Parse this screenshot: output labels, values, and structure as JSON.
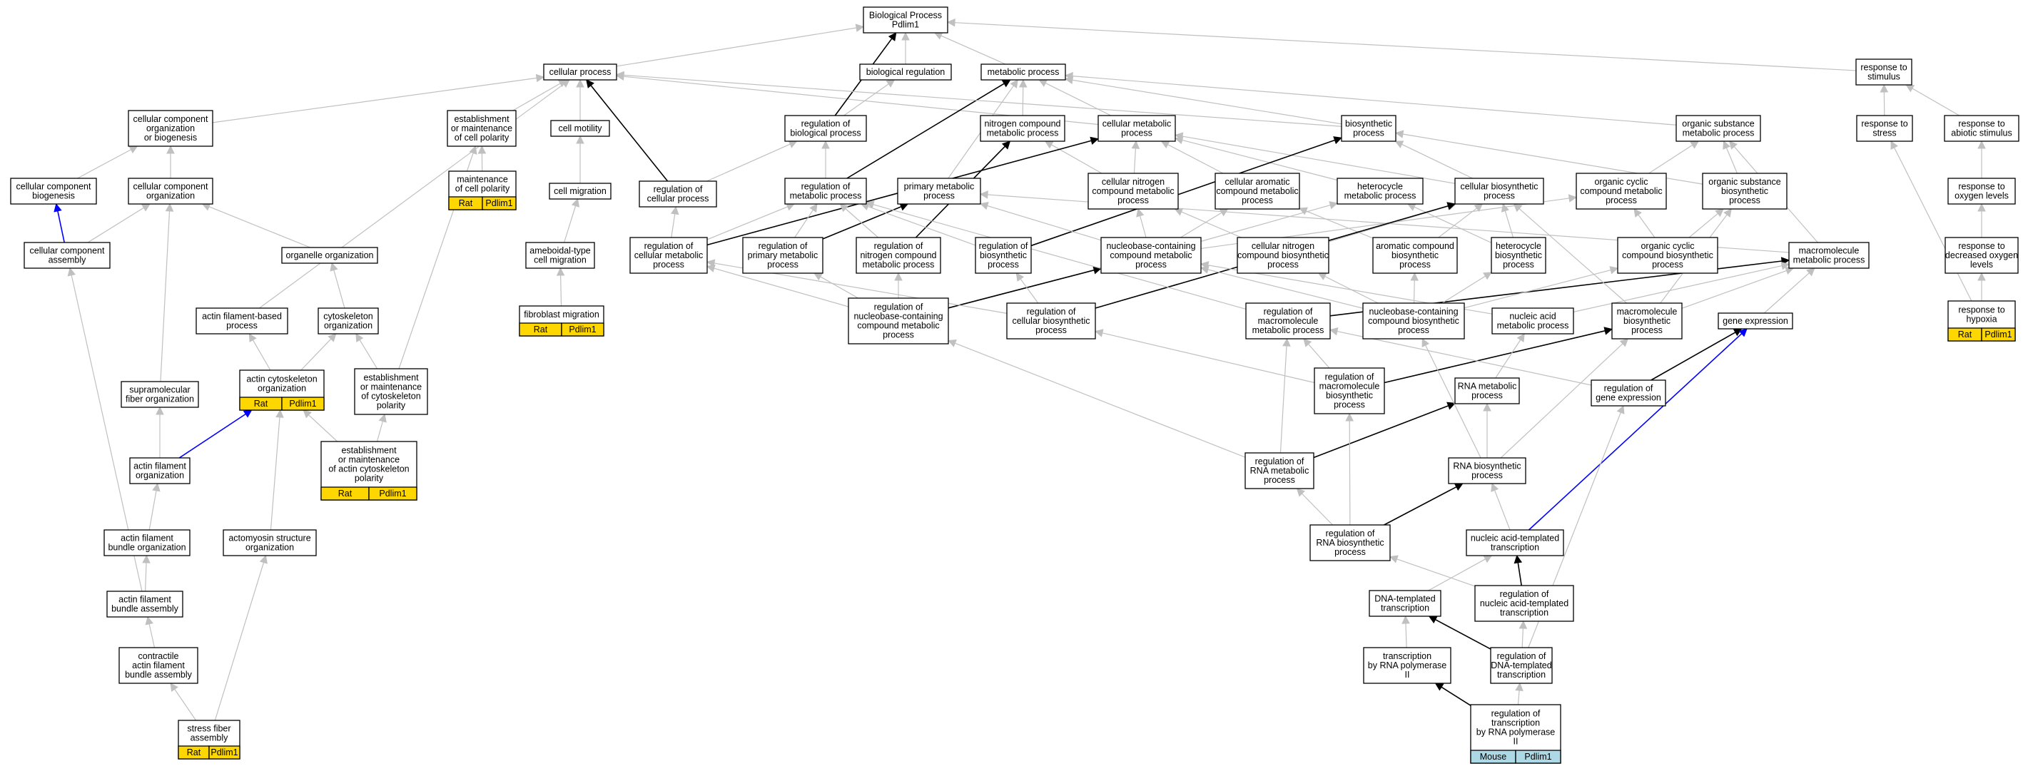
{
  "colors": {
    "edge_grey": "#c0c0c0",
    "edge_black": "#000000",
    "edge_blue": "#0000ff",
    "rat_fill": "#ffd700",
    "mouse_fill": "#add8e6",
    "node_fill": "#ffffff",
    "node_stroke": "#000000"
  },
  "nodes": [
    {
      "id": "root",
      "label": [
        "Biological Process",
        "Pdlim1"
      ]
    },
    {
      "id": "cp",
      "label": [
        "cellular process"
      ]
    },
    {
      "id": "bioreg",
      "label": [
        "biological regulation"
      ]
    },
    {
      "id": "mp",
      "label": [
        "metabolic process"
      ]
    },
    {
      "id": "rts",
      "label": [
        "response to",
        "stimulus"
      ]
    },
    {
      "id": "ccob",
      "label": [
        "cellular component",
        "organization",
        "or biogenesis"
      ]
    },
    {
      "id": "emcp",
      "label": [
        "establishment",
        "or maintenance",
        "of cell polarity"
      ]
    },
    {
      "id": "cmot",
      "label": [
        "cell motility"
      ]
    },
    {
      "id": "rbp",
      "label": [
        "regulation of",
        "biological process"
      ]
    },
    {
      "id": "ncmp",
      "label": [
        "nitrogen compound",
        "metabolic process"
      ]
    },
    {
      "id": "cmp",
      "label": [
        "cellular metabolic",
        "process"
      ]
    },
    {
      "id": "bsp",
      "label": [
        "biosynthetic",
        "process"
      ]
    },
    {
      "id": "osmp",
      "label": [
        "organic substance",
        "metabolic process"
      ]
    },
    {
      "id": "rstress",
      "label": [
        "response to",
        "stress"
      ]
    },
    {
      "id": "rabio",
      "label": [
        "response to",
        "abiotic stimulus"
      ]
    },
    {
      "id": "mcp",
      "label": [
        "maintenance",
        "of cell polarity"
      ],
      "tag": [
        "Rat",
        "Pdlim1"
      ]
    },
    {
      "id": "ccbiog",
      "label": [
        "cellular component",
        "biogenesis"
      ]
    },
    {
      "id": "cco",
      "label": [
        "cellular component",
        "organization"
      ]
    },
    {
      "id": "cmig",
      "label": [
        "cell migration"
      ]
    },
    {
      "id": "rcp",
      "label": [
        "regulation of",
        "cellular process"
      ]
    },
    {
      "id": "rmp",
      "label": [
        "regulation of",
        "metabolic process"
      ]
    },
    {
      "id": "pmp",
      "label": [
        "primary metabolic",
        "process"
      ]
    },
    {
      "id": "cncmp",
      "label": [
        "cellular nitrogen",
        "compound metabolic",
        "process"
      ]
    },
    {
      "id": "camp",
      "label": [
        "cellular aromatic",
        "compound metabolic",
        "process"
      ]
    },
    {
      "id": "hmp",
      "label": [
        "heterocycle",
        "metabolic process"
      ]
    },
    {
      "id": "cbp",
      "label": [
        "cellular biosynthetic",
        "process"
      ]
    },
    {
      "id": "occmp",
      "label": [
        "organic cyclic",
        "compound metabolic",
        "process"
      ]
    },
    {
      "id": "osbp",
      "label": [
        "organic substance",
        "biosynthetic",
        "process"
      ]
    },
    {
      "id": "rol",
      "label": [
        "response to",
        "oxygen levels"
      ]
    },
    {
      "id": "cca",
      "label": [
        "cellular component",
        "assembly"
      ]
    },
    {
      "id": "oo",
      "label": [
        "organelle organization"
      ]
    },
    {
      "id": "amcm",
      "label": [
        "ameboidal-type",
        "cell migration"
      ]
    },
    {
      "id": "rcmp",
      "label": [
        "regulation of",
        "cellular metabolic",
        "process"
      ]
    },
    {
      "id": "rpmp",
      "label": [
        "regulation of",
        "primary metabolic",
        "process"
      ]
    },
    {
      "id": "rncmp",
      "label": [
        "regulation of",
        "nitrogen compound",
        "metabolic process"
      ]
    },
    {
      "id": "rbsp",
      "label": [
        "regulation of",
        "biosynthetic",
        "process"
      ]
    },
    {
      "id": "nbcmp",
      "label": [
        "nucleobase-containing",
        "compound metabolic",
        "process"
      ]
    },
    {
      "id": "cncbp",
      "label": [
        "cellular nitrogen",
        "compound biosynthetic",
        "process"
      ]
    },
    {
      "id": "acbp",
      "label": [
        "aromatic compound",
        "biosynthetic",
        "process"
      ]
    },
    {
      "id": "hbp",
      "label": [
        "heterocycle",
        "biosynthetic",
        "process"
      ]
    },
    {
      "id": "occbp",
      "label": [
        "organic cyclic",
        "compound biosynthetic",
        "process"
      ]
    },
    {
      "id": "mmp",
      "label": [
        "macromolecule",
        "metabolic process"
      ]
    },
    {
      "id": "rdol",
      "label": [
        "response to",
        "decreased oxygen",
        "levels"
      ]
    },
    {
      "id": "afbp",
      "label": [
        "actin filament-based",
        "process"
      ]
    },
    {
      "id": "csko",
      "label": [
        "cytoskeleton",
        "organization"
      ]
    },
    {
      "id": "fmig",
      "label": [
        "fibroblast migration"
      ],
      "tag": [
        "Rat",
        "Pdlim1"
      ]
    },
    {
      "id": "rnbcmp",
      "label": [
        "regulation of",
        "nucleobase-containing",
        "compound metabolic",
        "process"
      ]
    },
    {
      "id": "rcbp",
      "label": [
        "regulation of",
        "cellular biosynthetic",
        "process"
      ]
    },
    {
      "id": "rmmp",
      "label": [
        "regulation of",
        "macromolecule",
        "metabolic process"
      ]
    },
    {
      "id": "nbcbp",
      "label": [
        "nucleobase-containing",
        "compound biosynthetic",
        "process"
      ]
    },
    {
      "id": "namp",
      "label": [
        "nucleic acid",
        "metabolic process"
      ]
    },
    {
      "id": "mbp",
      "label": [
        "macromolecule",
        "biosynthetic",
        "process"
      ]
    },
    {
      "id": "gexp",
      "label": [
        "gene expression"
      ]
    },
    {
      "id": "rhyp",
      "label": [
        "response to",
        "hypoxia"
      ],
      "tag": [
        "Rat",
        "Pdlim1"
      ]
    },
    {
      "id": "smfo",
      "label": [
        "supramolecular",
        "fiber organization"
      ]
    },
    {
      "id": "acsko",
      "label": [
        "actin cytoskeleton",
        "organization"
      ],
      "tag": [
        "Rat",
        "Pdlim1"
      ]
    },
    {
      "id": "emcsp",
      "label": [
        "establishment",
        "or maintenance",
        "of cytoskeleton",
        "polarity"
      ]
    },
    {
      "id": "rmbp",
      "label": [
        "regulation of",
        "macromolecule",
        "biosynthetic",
        "process"
      ]
    },
    {
      "id": "rnamp",
      "label": [
        "RNA metabolic",
        "process"
      ]
    },
    {
      "id": "rgexp",
      "label": [
        "regulation of",
        "gene expression"
      ]
    },
    {
      "id": "afo",
      "label": [
        "actin filament",
        "organization"
      ]
    },
    {
      "id": "emacp",
      "label": [
        "establishment",
        "or maintenance",
        "of actin cytoskeleton",
        "polarity"
      ],
      "tag": [
        "Rat",
        "Pdlim1"
      ]
    },
    {
      "id": "rrnamp",
      "label": [
        "regulation of",
        "RNA metabolic",
        "process"
      ]
    },
    {
      "id": "rnabp",
      "label": [
        "RNA biosynthetic",
        "process"
      ]
    },
    {
      "id": "afbo",
      "label": [
        "actin filament",
        "bundle organization"
      ]
    },
    {
      "id": "amso",
      "label": [
        "actomyosin structure",
        "organization"
      ]
    },
    {
      "id": "rrnabp",
      "label": [
        "regulation of",
        "RNA biosynthetic",
        "process"
      ]
    },
    {
      "id": "natt",
      "label": [
        "nucleic acid-templated",
        "transcription"
      ]
    },
    {
      "id": "afba",
      "label": [
        "actin filament",
        "bundle assembly"
      ]
    },
    {
      "id": "dtt",
      "label": [
        "DNA-templated",
        "transcription"
      ]
    },
    {
      "id": "rnatt",
      "label": [
        "regulation of",
        "nucleic acid-templated",
        "transcription"
      ]
    },
    {
      "id": "cafba",
      "label": [
        "contractile",
        "actin filament",
        "bundle assembly"
      ]
    },
    {
      "id": "trp2",
      "label": [
        "transcription",
        "by RNA polymerase",
        "II"
      ]
    },
    {
      "id": "rdtt",
      "label": [
        "regulation of",
        "DNA-templated",
        "transcription"
      ]
    },
    {
      "id": "sfa",
      "label": [
        "stress fiber",
        "assembly"
      ],
      "tag": [
        "Rat",
        "Pdlim1"
      ]
    },
    {
      "id": "rtrp2",
      "label": [
        "regulation of",
        "transcription",
        "by RNA polymerase",
        "II"
      ],
      "tag": [
        "Mouse",
        "Pdlim1"
      ]
    }
  ]
}
